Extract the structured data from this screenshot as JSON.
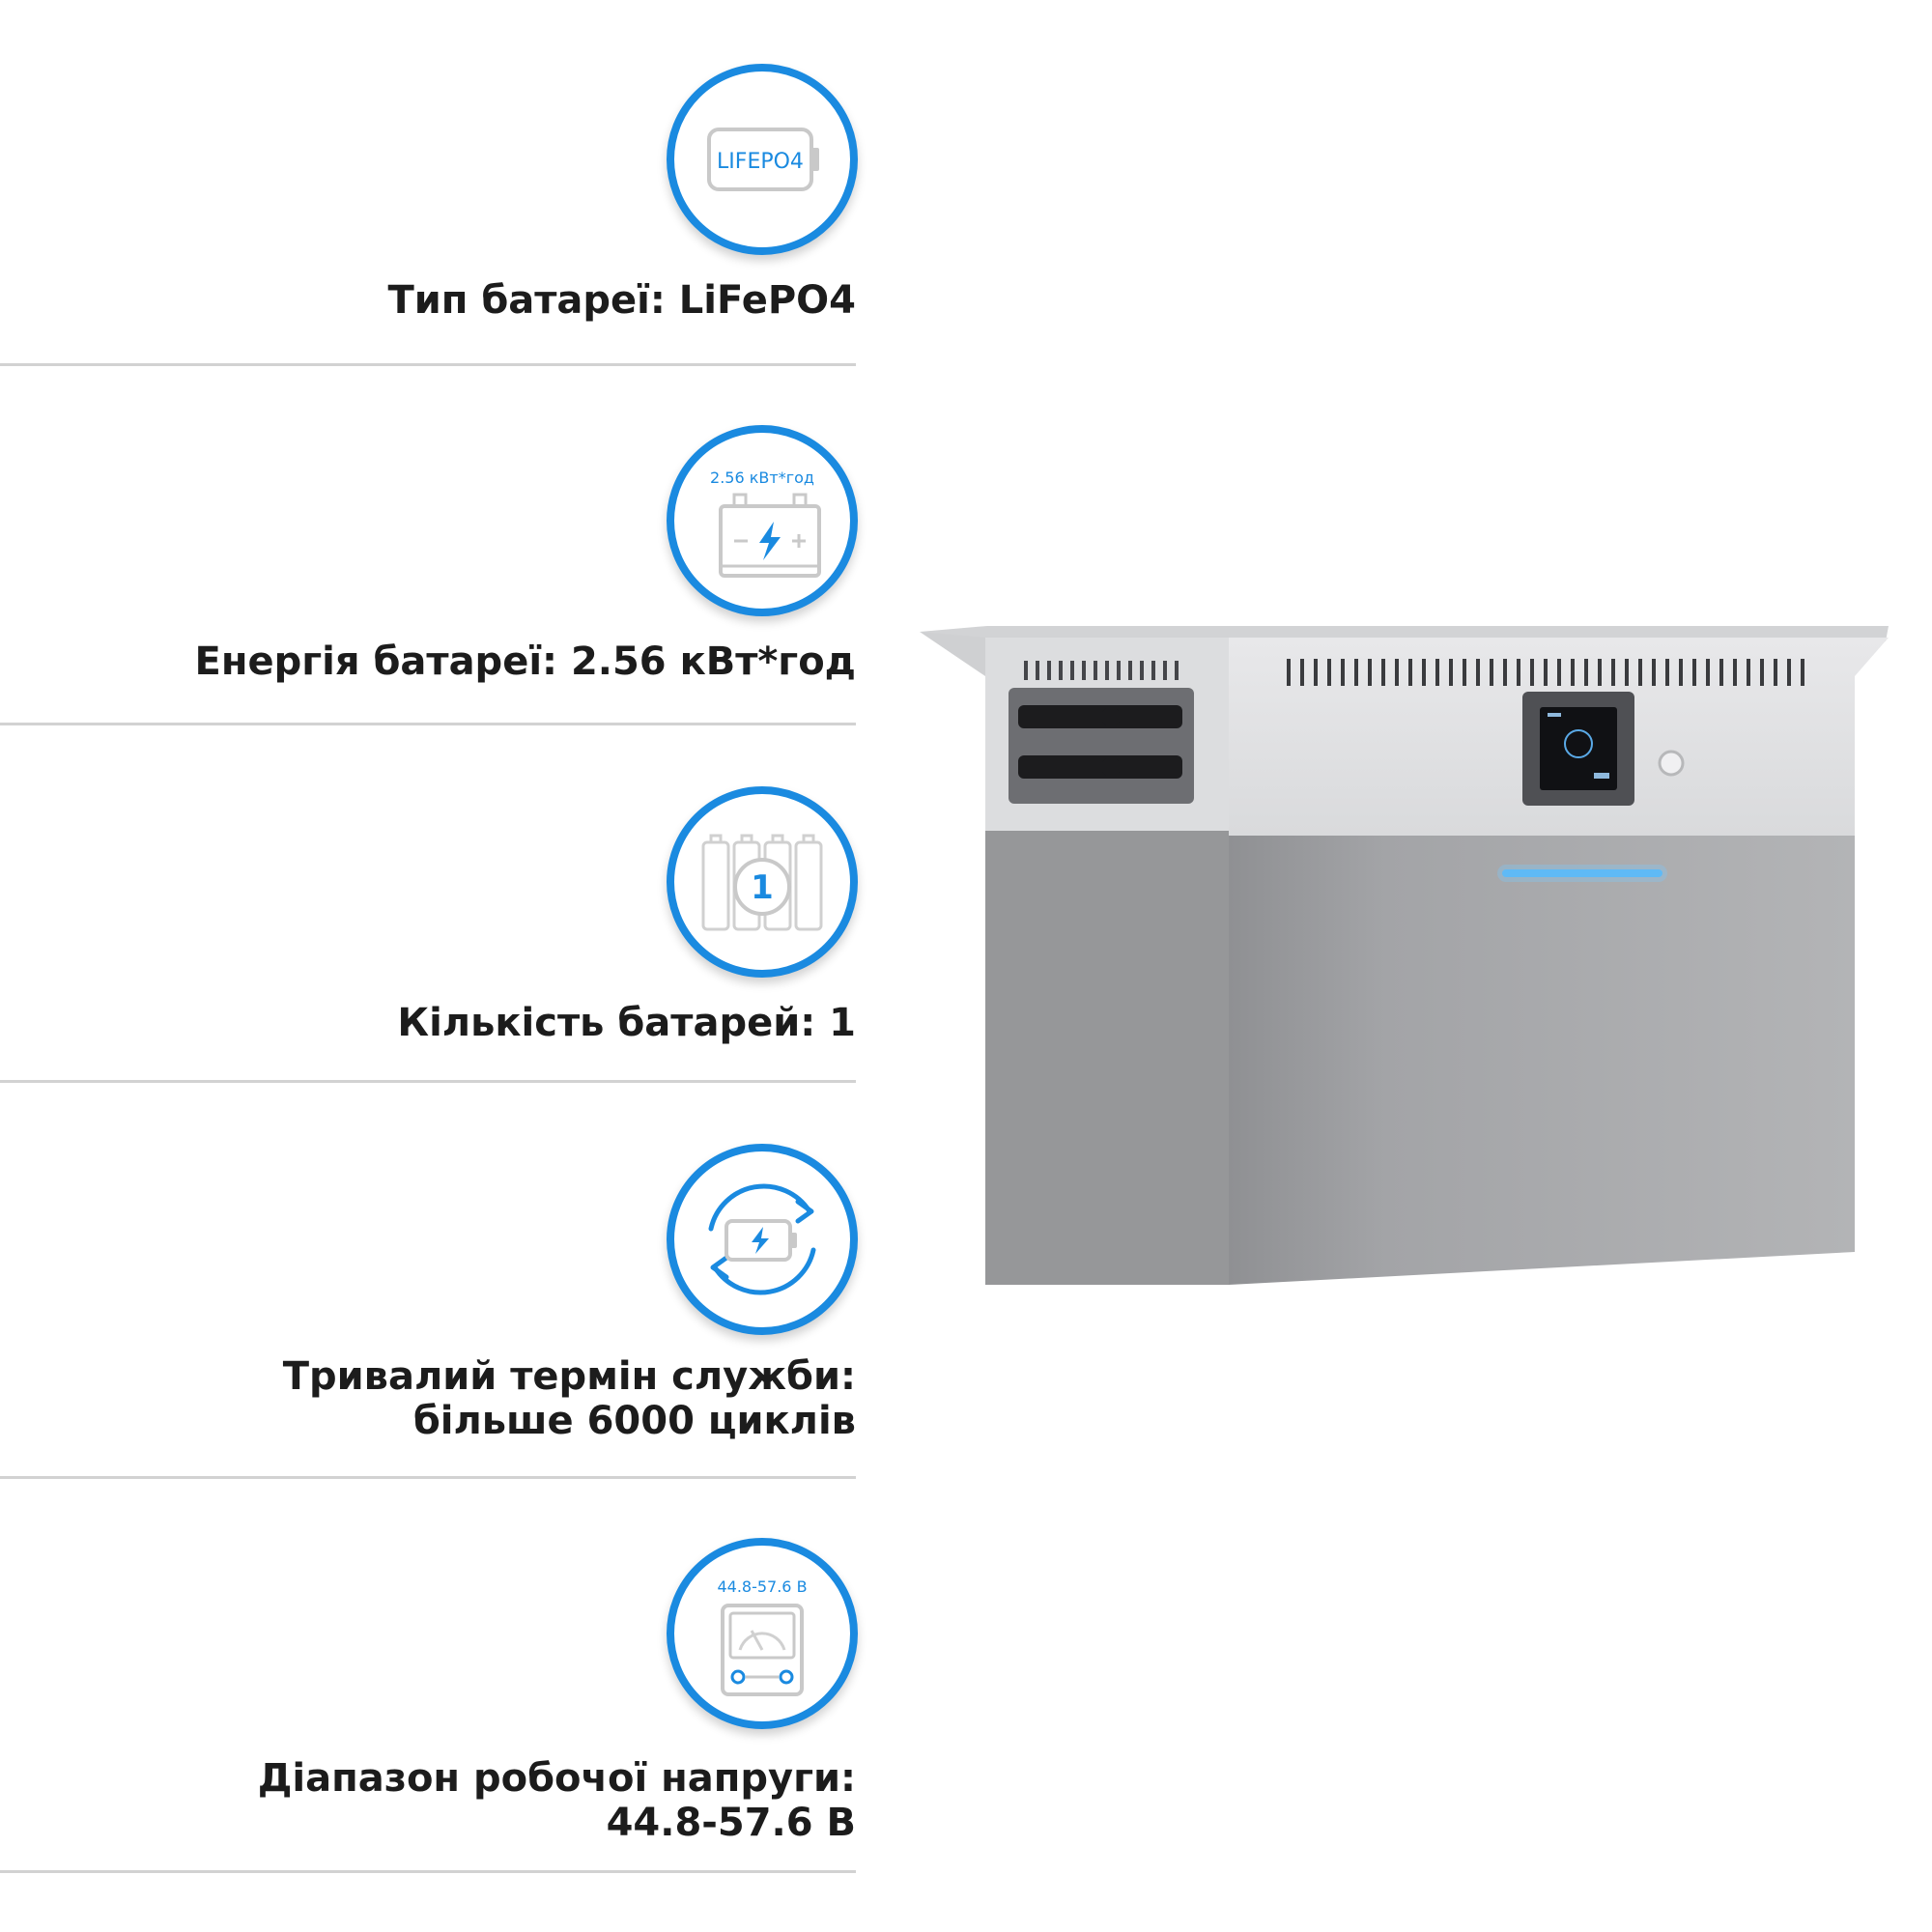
{
  "specs": [
    {
      "icon": "lifepo4-battery-icon",
      "icon_text": "LIFEPO4",
      "lines": [
        "Тип батареї: LiFePO4"
      ]
    },
    {
      "icon": "battery-energy-icon",
      "icon_text": "2.56 кВт*год",
      "lines": [
        "Енергія батареї: 2.56 кВт*год"
      ]
    },
    {
      "icon": "battery-count-icon",
      "icon_text": "1",
      "lines": [
        "Кількість батарей: 1"
      ]
    },
    {
      "icon": "battery-cycle-icon",
      "lines": [
        "Тривалий термін служби:",
        "більше 6000 циклів"
      ]
    },
    {
      "icon": "voltmeter-icon",
      "icon_text": "44.8-57.6 В",
      "lines": [
        "Діапазон робочої напруги:",
        "44.8-57.6 В"
      ]
    }
  ],
  "colors": {
    "accent": "#1a8ae0",
    "text": "#1c1c1c",
    "divider": "#d2d2d2"
  }
}
